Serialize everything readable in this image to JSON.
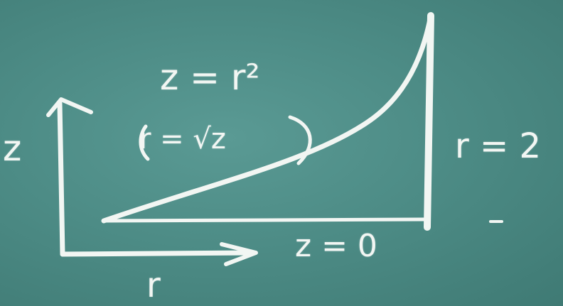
{
  "labels": {
    "z_axis": "z",
    "r_axis": "r",
    "curve": "z = r²",
    "curve_inverse": "r = √z",
    "right_boundary": "r = 2",
    "bottom_boundary": "z = 0"
  },
  "colors": {
    "board": "#4d8c86",
    "chalk": "#f2f6f3"
  }
}
